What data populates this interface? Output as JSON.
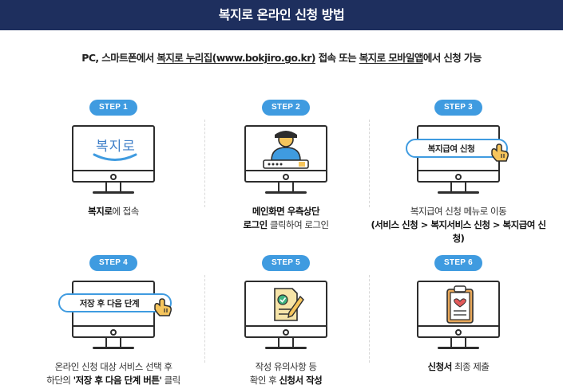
{
  "header": {
    "title": "복지로 온라인 신청 방법"
  },
  "subtitle": {
    "part1": "PC, 스마트폰에서 ",
    "link1": "복지로 누리집(www.bokjiro.go.kr)",
    "part2": " 접속 또는 ",
    "link2": "복지로 모바일앱",
    "part3": "에서 신청 가능"
  },
  "steps": [
    {
      "badge": "STEP 1",
      "logo": "복지로",
      "caption_bold": "복지로",
      "caption_rest": "에 접속"
    },
    {
      "badge": "STEP 2",
      "line1": "메인화면 우측상단",
      "line2_bold": "로그인",
      "line2_rest": " 클릭하여 로그인"
    },
    {
      "badge": "STEP 3",
      "button": "복지급여 신청",
      "line1": "복지급여 신청 메뉴로 이동",
      "line2": "(서비스 신청 > 복지서비스 신청 > 복지급여 신청)"
    },
    {
      "badge": "STEP 4",
      "button": "저장 후 다음 단계",
      "line1": "온라인 신청 대상 서비스 선택 후",
      "line2_a": "하단의 ",
      "line2_bold": "'저장 후 다음 단계 버튼'",
      "line2_b": " 클릭"
    },
    {
      "badge": "STEP 5",
      "line1": "작성 유의사항 등",
      "line2_a": "확인 후 ",
      "line2_bold": "신청서 작성"
    },
    {
      "badge": "STEP 6",
      "line1_bold": "신청서",
      "line1_rest": " 최종 제출"
    }
  ],
  "colors": {
    "header_bg": "#1e2f5e",
    "accent": "#3f9be0",
    "icon_yellow": "#f6c55c",
    "icon_red": "#e25a5a"
  },
  "icons": [
    "person-login-icon",
    "hand-pointer-icon",
    "document-pen-icon",
    "clipboard-heart-icon"
  ]
}
